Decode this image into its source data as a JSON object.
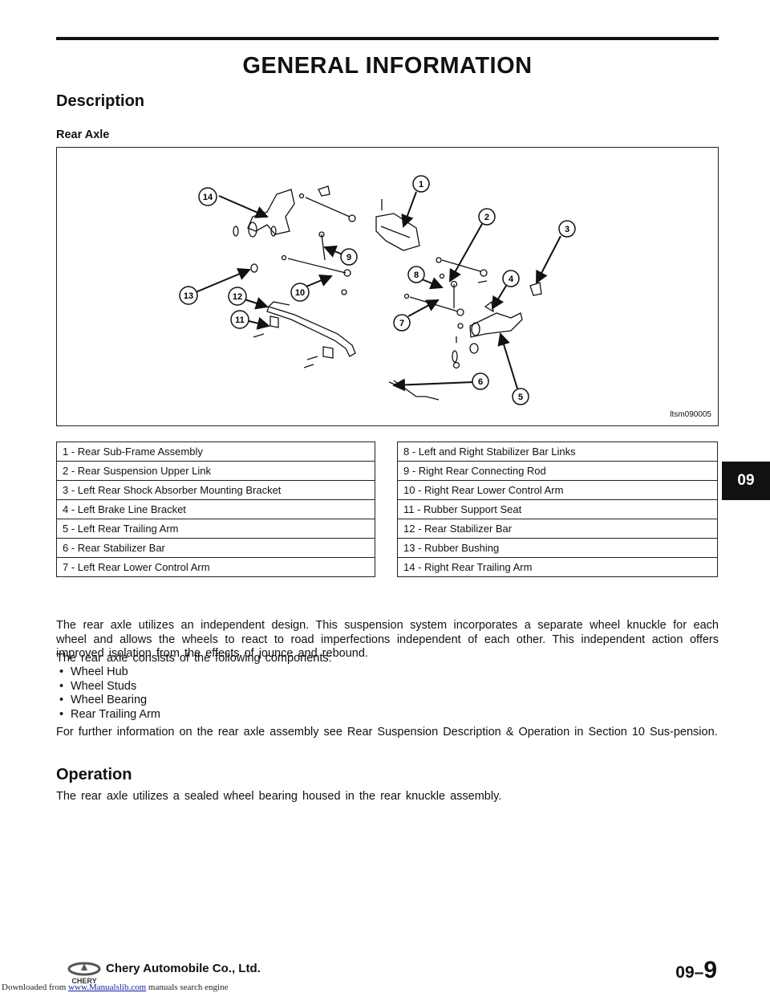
{
  "page_title": "GENERAL INFORMATION",
  "section_description": "Description",
  "subheading": "Rear Axle",
  "figure": {
    "code": "ltsm090005",
    "callouts": [
      "1",
      "2",
      "3",
      "4",
      "5",
      "6",
      "7",
      "8",
      "9",
      "10",
      "11",
      "12",
      "13",
      "14"
    ]
  },
  "legend_left": [
    "1 - Rear Sub-Frame Assembly",
    "2 - Rear Suspension Upper Link",
    "3 - Left Rear Shock Absorber Mounting Bracket",
    "4 - Left Brake Line Bracket",
    "5 - Left Rear Trailing Arm",
    "6 - Rear Stabilizer Bar",
    "7 - Left Rear Lower Control Arm"
  ],
  "legend_right": [
    "8 - Left and Right Stabilizer Bar Links",
    "9 - Right Rear Connecting Rod",
    "10 - Right Rear Lower Control Arm",
    "11 - Rubber Support Seat",
    "12 - Rear Stabilizer Bar",
    "13 - Rubber Bushing",
    "14 - Right Rear Trailing Arm"
  ],
  "side_tab": "09",
  "paragraphs": {
    "intro": "The rear axle utilizes an independent design. This suspension system incorporates a separate wheel knuckle for each wheel and allows the wheels to react to road imperfections independent of each other. This independent action offers improved isolation from the effects of jounce and rebound.",
    "components_intro": "The rear axle consists of the following components:",
    "further_info": "For further information on the rear axle assembly see Rear Suspension Description & Operation in Section 10 Sus-pension."
  },
  "components": [
    "Wheel Hub",
    "Wheel Studs",
    "Wheel Bearing",
    "Rear Trailing Arm"
  ],
  "bullet_char": "•",
  "section_operation": "Operation",
  "operation_text": "The rear axle utilizes a sealed wheel bearing housed in the rear knuckle assembly.",
  "footer": {
    "company": "Chery Automobile Co., Ltd.",
    "logo_text": "CHERY",
    "section_num": "09–",
    "page_num": "9",
    "downloaded_prefix": "Downloaded from",
    "downloaded_link": "www.Manualslib.com",
    "downloaded_suffix": "manuals search engine"
  }
}
